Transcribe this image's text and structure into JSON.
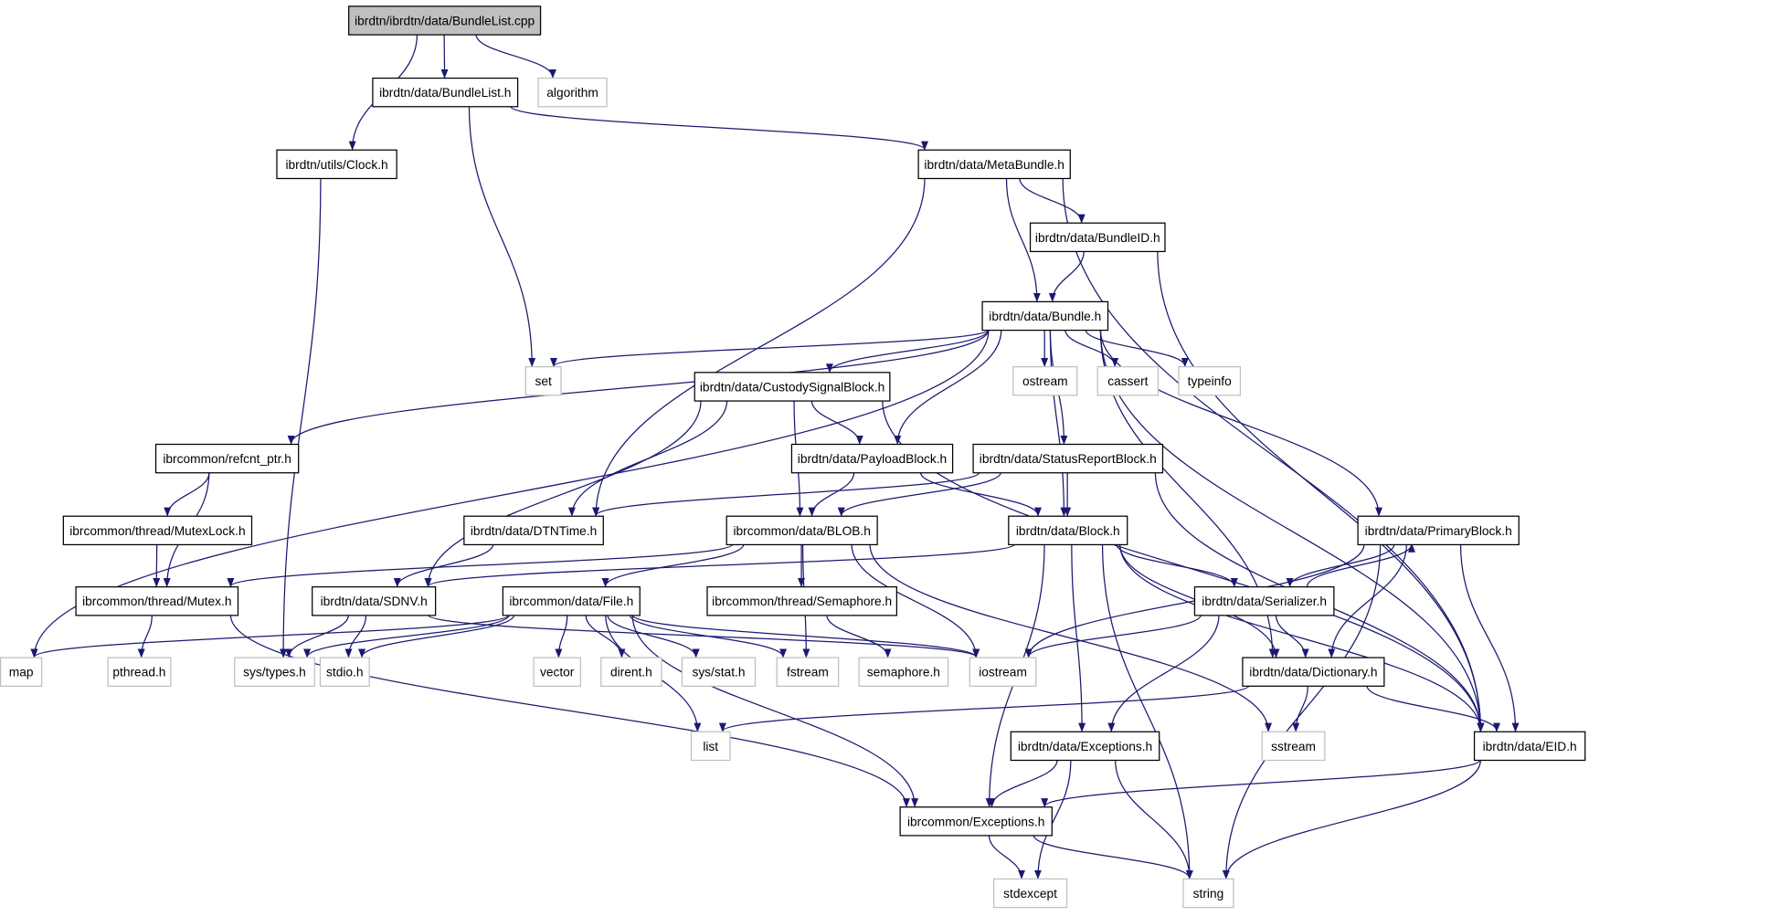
{
  "colors": {
    "edge": "#191970",
    "main_fill": "#bfbfbf",
    "main_border": "#000000",
    "documented_border": "#000000",
    "external_border": "#bfbfbf",
    "node_fill": "#ffffff"
  },
  "nodes": [
    {
      "id": "cpp",
      "label": "ibrdtn/ibrdtn/data/BundleList.cpp",
      "kind": "main"
    },
    {
      "id": "bundlelist_h",
      "label": "ibrdtn/data/BundleList.h",
      "kind": "documented"
    },
    {
      "id": "algorithm",
      "label": "algorithm",
      "kind": "external"
    },
    {
      "id": "clock_h",
      "label": "ibrdtn/utils/Clock.h",
      "kind": "documented"
    },
    {
      "id": "metabundle_h",
      "label": "ibrdtn/data/MetaBundle.h",
      "kind": "documented"
    },
    {
      "id": "bundleid_h",
      "label": "ibrdtn/data/BundleID.h",
      "kind": "documented"
    },
    {
      "id": "bundle_h",
      "label": "ibrdtn/data/Bundle.h",
      "kind": "documented"
    },
    {
      "id": "set",
      "label": "set",
      "kind": "external"
    },
    {
      "id": "ostream",
      "label": "ostream",
      "kind": "external"
    },
    {
      "id": "cassert",
      "label": "cassert",
      "kind": "external"
    },
    {
      "id": "typeinfo",
      "label": "typeinfo",
      "kind": "external"
    },
    {
      "id": "custody_h",
      "label": "ibrdtn/data/CustodySignalBlock.h",
      "kind": "documented"
    },
    {
      "id": "refcnt_h",
      "label": "ibrcommon/refcnt_ptr.h",
      "kind": "documented"
    },
    {
      "id": "payload_h",
      "label": "ibrdtn/data/PayloadBlock.h",
      "kind": "documented"
    },
    {
      "id": "statusreport_h",
      "label": "ibrdtn/data/StatusReportBlock.h",
      "kind": "documented"
    },
    {
      "id": "mutexlock_h",
      "label": "ibrcommon/thread/MutexLock.h",
      "kind": "documented"
    },
    {
      "id": "dtntime_h",
      "label": "ibrdtn/data/DTNTime.h",
      "kind": "documented"
    },
    {
      "id": "blob_h",
      "label": "ibrcommon/data/BLOB.h",
      "kind": "documented"
    },
    {
      "id": "block_h",
      "label": "ibrdtn/data/Block.h",
      "kind": "documented"
    },
    {
      "id": "primary_h",
      "label": "ibrdtn/data/PrimaryBlock.h",
      "kind": "documented"
    },
    {
      "id": "mutex_h",
      "label": "ibrcommon/thread/Mutex.h",
      "kind": "documented"
    },
    {
      "id": "sdnv_h",
      "label": "ibrdtn/data/SDNV.h",
      "kind": "documented"
    },
    {
      "id": "file_h",
      "label": "ibrcommon/data/File.h",
      "kind": "documented"
    },
    {
      "id": "semaphore_hdr",
      "label": "ibrcommon/thread/Semaphore.h",
      "kind": "documented"
    },
    {
      "id": "serializer_h",
      "label": "ibrdtn/data/Serializer.h",
      "kind": "documented"
    },
    {
      "id": "map",
      "label": "map",
      "kind": "external"
    },
    {
      "id": "pthread",
      "label": "pthread.h",
      "kind": "external"
    },
    {
      "id": "systypes",
      "label": "sys/types.h",
      "kind": "external"
    },
    {
      "id": "stdio",
      "label": "stdio.h",
      "kind": "external"
    },
    {
      "id": "vector",
      "label": "vector",
      "kind": "external"
    },
    {
      "id": "dirent",
      "label": "dirent.h",
      "kind": "external"
    },
    {
      "id": "sysstat",
      "label": "sys/stat.h",
      "kind": "external"
    },
    {
      "id": "fstream",
      "label": "fstream",
      "kind": "external"
    },
    {
      "id": "semaphore_sys",
      "label": "semaphore.h",
      "kind": "external"
    },
    {
      "id": "iostream",
      "label": "iostream",
      "kind": "external"
    },
    {
      "id": "dictionary_h",
      "label": "ibrdtn/data/Dictionary.h",
      "kind": "documented"
    },
    {
      "id": "list",
      "label": "list",
      "kind": "external"
    },
    {
      "id": "exceptions_h",
      "label": "ibrdtn/data/Exceptions.h",
      "kind": "documented"
    },
    {
      "id": "sstream",
      "label": "sstream",
      "kind": "external"
    },
    {
      "id": "eid_h",
      "label": "ibrdtn/data/EID.h",
      "kind": "documented"
    },
    {
      "id": "ibrexceptions_h",
      "label": "ibrcommon/Exceptions.h",
      "kind": "documented"
    },
    {
      "id": "stdexcept",
      "label": "stdexcept",
      "kind": "external"
    },
    {
      "id": "string",
      "label": "string",
      "kind": "external"
    }
  ],
  "edges": [
    [
      "cpp",
      "bundlelist_h"
    ],
    [
      "cpp",
      "algorithm"
    ],
    [
      "cpp",
      "clock_h"
    ],
    [
      "bundlelist_h",
      "set"
    ],
    [
      "bundlelist_h",
      "metabundle_h"
    ],
    [
      "clock_h",
      "systypes"
    ],
    [
      "metabundle_h",
      "dtntime_h"
    ],
    [
      "metabundle_h",
      "bundle_h"
    ],
    [
      "metabundle_h",
      "bundleid_h"
    ],
    [
      "metabundle_h",
      "eid_h"
    ],
    [
      "bundleid_h",
      "bundle_h"
    ],
    [
      "bundleid_h",
      "eid_h"
    ],
    [
      "bundle_h",
      "set"
    ],
    [
      "bundle_h",
      "map"
    ],
    [
      "bundle_h",
      "refcnt_h"
    ],
    [
      "bundle_h",
      "custody_h"
    ],
    [
      "bundle_h",
      "payload_h"
    ],
    [
      "bundle_h",
      "statusreport_h"
    ],
    [
      "bundle_h",
      "ostream"
    ],
    [
      "bundle_h",
      "cassert"
    ],
    [
      "bundle_h",
      "typeinfo"
    ],
    [
      "bundle_h",
      "block_h"
    ],
    [
      "bundle_h",
      "dictionary_h"
    ],
    [
      "bundle_h",
      "primary_h"
    ],
    [
      "bundle_h",
      "eid_h"
    ],
    [
      "custody_h",
      "dtntime_h"
    ],
    [
      "custody_h",
      "sdnv_h"
    ],
    [
      "custody_h",
      "blob_h"
    ],
    [
      "custody_h",
      "payload_h"
    ],
    [
      "custody_h",
      "eid_h"
    ],
    [
      "refcnt_h",
      "mutexlock_h"
    ],
    [
      "refcnt_h",
      "mutex_h"
    ],
    [
      "payload_h",
      "blob_h"
    ],
    [
      "payload_h",
      "block_h"
    ],
    [
      "statusreport_h",
      "dtntime_h"
    ],
    [
      "statusreport_h",
      "blob_h"
    ],
    [
      "statusreport_h",
      "block_h"
    ],
    [
      "statusreport_h",
      "eid_h"
    ],
    [
      "mutexlock_h",
      "mutex_h"
    ],
    [
      "dtntime_h",
      "sdnv_h"
    ],
    [
      "blob_h",
      "mutex_h"
    ],
    [
      "blob_h",
      "file_h"
    ],
    [
      "blob_h",
      "semaphore_hdr"
    ],
    [
      "blob_h",
      "fstream"
    ],
    [
      "blob_h",
      "iostream"
    ],
    [
      "blob_h",
      "sstream"
    ],
    [
      "block_h",
      "sdnv_h"
    ],
    [
      "block_h",
      "ibrexceptions_h"
    ],
    [
      "block_h",
      "exceptions_h"
    ],
    [
      "block_h",
      "string"
    ],
    [
      "block_h",
      "serializer_h"
    ],
    [
      "block_h",
      "dictionary_h"
    ],
    [
      "block_h",
      "eid_h"
    ],
    [
      "primary_h",
      "iostream"
    ],
    [
      "primary_h",
      "serializer_h"
    ],
    [
      "primary_h",
      "dictionary_h"
    ],
    [
      "primary_h",
      "eid_h"
    ],
    [
      "primary_h",
      "string"
    ],
    [
      "serializer_h",
      "primary_h"
    ],
    [
      "serializer_h",
      "iostream"
    ],
    [
      "serializer_h",
      "exceptions_h"
    ],
    [
      "serializer_h",
      "dictionary_h"
    ],
    [
      "mutex_h",
      "pthread"
    ],
    [
      "mutex_h",
      "ibrexceptions_h"
    ],
    [
      "sdnv_h",
      "systypes"
    ],
    [
      "sdnv_h",
      "stdio"
    ],
    [
      "sdnv_h",
      "iostream"
    ],
    [
      "file_h",
      "map"
    ],
    [
      "file_h",
      "systypes"
    ],
    [
      "file_h",
      "stdio"
    ],
    [
      "file_h",
      "list"
    ],
    [
      "file_h",
      "ibrexceptions_h"
    ],
    [
      "file_h",
      "vector"
    ],
    [
      "file_h",
      "dirent"
    ],
    [
      "file_h",
      "sysstat"
    ],
    [
      "file_h",
      "fstream"
    ],
    [
      "file_h",
      "iostream"
    ],
    [
      "semaphore_hdr",
      "semaphore_sys"
    ],
    [
      "dictionary_h",
      "list"
    ],
    [
      "dictionary_h",
      "sstream"
    ],
    [
      "dictionary_h",
      "eid_h"
    ],
    [
      "eid_h",
      "ibrexceptions_h"
    ],
    [
      "eid_h",
      "string"
    ],
    [
      "exceptions_h",
      "ibrexceptions_h"
    ],
    [
      "exceptions_h",
      "stdexcept"
    ],
    [
      "exceptions_h",
      "string"
    ],
    [
      "ibrexceptions_h",
      "stdexcept"
    ],
    [
      "ibrexceptions_h",
      "string"
    ]
  ]
}
